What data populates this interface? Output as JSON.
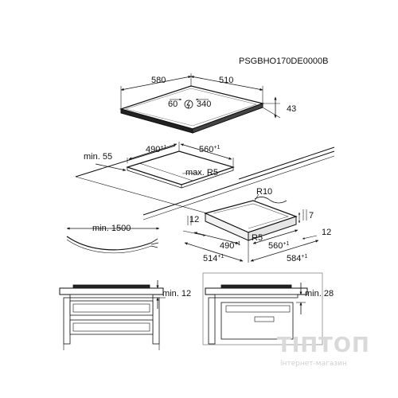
{
  "model_code": "PSGBHO170DE0000B",
  "hob": {
    "width": "580",
    "depth": "510",
    "height": "43",
    "depth_front": "60",
    "power_cable_offset": "340",
    "power_symbol": "power-icon"
  },
  "cutout": {
    "edge_distance": "min. 55",
    "width": "490",
    "width_tol": "+1",
    "depth": "560",
    "depth_tol": "+1",
    "corner_radius": "max. R5"
  },
  "cable": {
    "length": "min. 1500"
  },
  "frame": {
    "radius_outer": "R10",
    "radius_inner": "R5",
    "height": "7",
    "side_left": "12",
    "side_right": "12",
    "inner_width": "490",
    "inner_width_tol": "+1",
    "inner_depth": "560",
    "inner_depth_tol": "+1",
    "outer_width": "514",
    "outer_width_tol": "+1",
    "outer_depth": "584",
    "outer_depth_tol": "+1"
  },
  "clearance": {
    "drawer": "min. 12",
    "oven": "min. 28"
  },
  "watermark": {
    "brand": "ТІПТОП",
    "subtitle": "інтернет-магазин"
  }
}
